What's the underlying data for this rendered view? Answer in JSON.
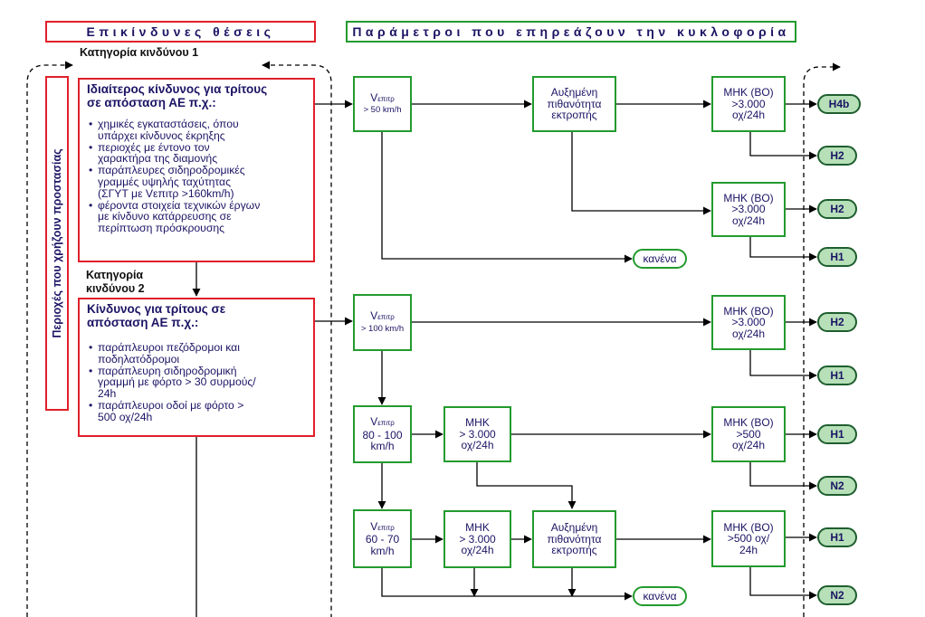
{
  "headers": {
    "hazard_positions": "Επικίνδυνες θέσεις",
    "traffic_parameters": "Παράμετροι που επηρεάζουν την κυκλοφορία"
  },
  "categories": {
    "cat1": "Κατηγορία κινδύνου 1",
    "cat2_line1": "Κατηγορία",
    "cat2_line2": "κινδύνου 2"
  },
  "protection_areas_label": "Περιοχές που χρήζουν προστασίας",
  "hazard1": {
    "title_line1": "Ιδιαίτερος κίνδυνος για τρίτους",
    "title_line2": "σε απόσταση ΑΕ π.χ.:",
    "items": [
      [
        "χημικές εγκαταστάσεις, όπου",
        "υπάρχει κίνδυνος έκρηξης"
      ],
      [
        "περιοχές με έντονο τον",
        "χαρακτήρα της διαμονής"
      ],
      [
        "παράπλευρες σιδηροδρομικές",
        "γραμμές υψηλής ταχύτητας",
        "(ΣΓΥΤ με Vεπιτρ >160km/h)"
      ],
      [
        "φέροντα στοιχεία τεχνικών έργων",
        "με κίνδυνο κατάρρευσης σε",
        "περίπτωση πρόσκρουσης"
      ]
    ]
  },
  "hazard2": {
    "title_line1": "Κίνδυνος για τρίτους σε",
    "title_line2": "απόσταση ΑΕ π.χ.:",
    "items": [
      [
        "παράπλευροι πεζόδρομοι και",
        "ποδηλατόδρομοι"
      ],
      [
        "παράπλευρη σιδηροδρομική",
        "γραμμή με φόρτο > 30 συρμούς/",
        "24h"
      ],
      [
        "παράπλευροι οδοί με φόρτο >",
        "500 οχ/24h"
      ]
    ]
  },
  "nodes": {
    "v50": {
      "v": "V",
      "sub": "επιτρ",
      "value": "> 50 km/h"
    },
    "v100": {
      "v": "V",
      "sub": "επιτρ",
      "value": "> 100 km/h"
    },
    "v80": {
      "v": "V",
      "sub": "επιτρ",
      "l2": "80 - 100",
      "l3": "km/h"
    },
    "v60": {
      "v": "V",
      "sub": "επιτρ",
      "l2": "60 - 70",
      "l3": "km/h"
    },
    "risk1": [
      "Αυξημένη",
      "πιθανότητα",
      "εκτροπής"
    ],
    "risk2": [
      "Αυξημένη",
      "πιθανότητα",
      "εκτροπής"
    ],
    "mhk1": [
      "ΜΗΚ",
      "> 3.000",
      "οχ/24h"
    ],
    "mhk2": [
      "ΜΗΚ",
      "> 3.000",
      "οχ/24h"
    ],
    "mhkbo1": [
      "ΜΗΚ (ΒΟ)",
      ">3.000",
      "οχ/24h"
    ],
    "mhkbo2": [
      "ΜΗΚ (ΒΟ)",
      ">3.000",
      "οχ/24h"
    ],
    "mhkbo3": [
      "ΜΗΚ (ΒΟ)",
      ">3.000",
      "οχ/24h"
    ],
    "mhkbo4": [
      "ΜΗΚ (ΒΟ)",
      ">500",
      "οχ/24h"
    ],
    "mhkbo5": [
      "ΜΗΚ (ΒΟ)",
      ">500 οχ/",
      "24h"
    ]
  },
  "outcomes": {
    "o1": "H4b",
    "o2": "H2",
    "o3": "H2",
    "o4": "H1",
    "o5": "H2",
    "o6": "H1",
    "o7": "H1",
    "o8": "N2",
    "o9": "H1",
    "o10": "N2",
    "none1": "κανένα",
    "none2": "κανένα"
  }
}
